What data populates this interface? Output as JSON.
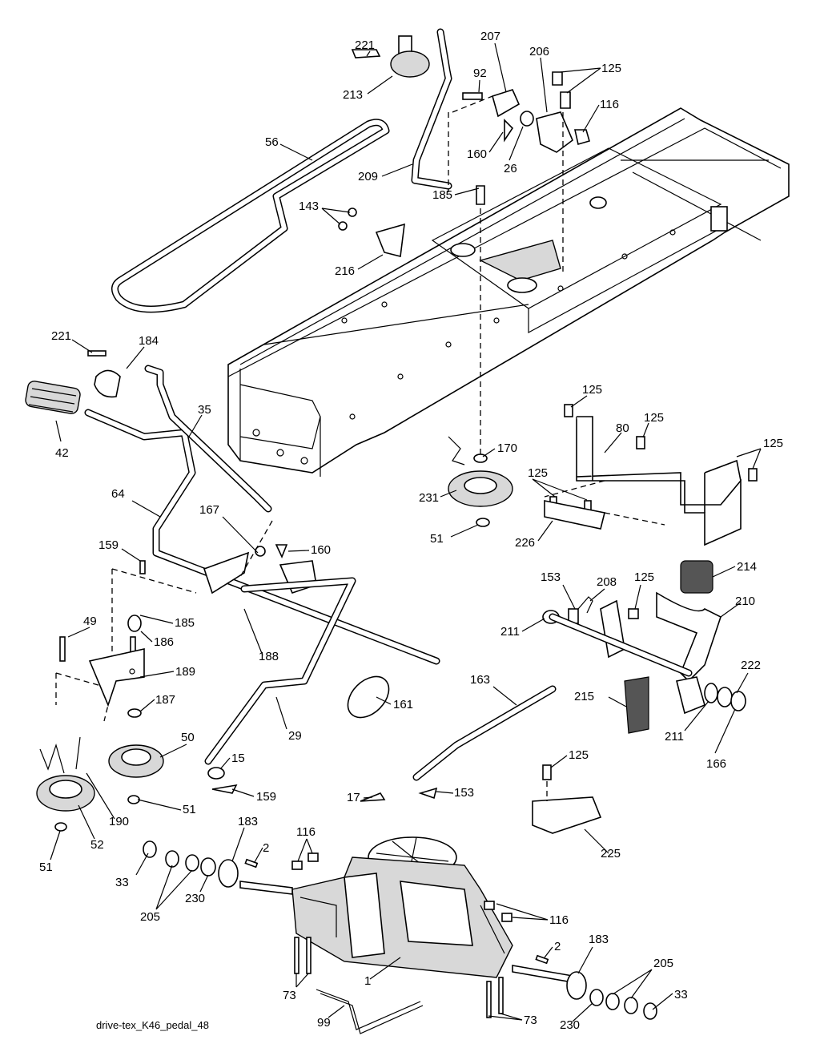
{
  "diagram": {
    "caption": "drive-tex_K46_pedal_48",
    "labels": [
      {
        "id": "l221a",
        "text": "221"
      },
      {
        "id": "l213",
        "text": "213"
      },
      {
        "id": "l207",
        "text": "207"
      },
      {
        "id": "l92",
        "text": "92"
      },
      {
        "id": "l206",
        "text": "206"
      },
      {
        "id": "l125a",
        "text": "125"
      },
      {
        "id": "l116a",
        "text": "116"
      },
      {
        "id": "l56",
        "text": "56"
      },
      {
        "id": "l160a",
        "text": "160"
      },
      {
        "id": "l26",
        "text": "26"
      },
      {
        "id": "l209",
        "text": "209"
      },
      {
        "id": "l143",
        "text": "143"
      },
      {
        "id": "l185a",
        "text": "185"
      },
      {
        "id": "l216",
        "text": "216"
      },
      {
        "id": "l221b",
        "text": "221"
      },
      {
        "id": "l184",
        "text": "184"
      },
      {
        "id": "l35",
        "text": "35"
      },
      {
        "id": "l42",
        "text": "42"
      },
      {
        "id": "l125b",
        "text": "125"
      },
      {
        "id": "l80",
        "text": "80"
      },
      {
        "id": "l125c",
        "text": "125"
      },
      {
        "id": "l125d",
        "text": "125"
      },
      {
        "id": "l170",
        "text": "170"
      },
      {
        "id": "l125e",
        "text": "125"
      },
      {
        "id": "l231",
        "text": "231"
      },
      {
        "id": "l64",
        "text": "64"
      },
      {
        "id": "l167",
        "text": "167"
      },
      {
        "id": "l160b",
        "text": "160"
      },
      {
        "id": "l51a",
        "text": "51"
      },
      {
        "id": "l226",
        "text": "226"
      },
      {
        "id": "l159a",
        "text": "159"
      },
      {
        "id": "l214",
        "text": "214"
      },
      {
        "id": "l153a",
        "text": "153"
      },
      {
        "id": "l208",
        "text": "208"
      },
      {
        "id": "l125f",
        "text": "125"
      },
      {
        "id": "l210",
        "text": "210"
      },
      {
        "id": "l49",
        "text": "49"
      },
      {
        "id": "l185b",
        "text": "185"
      },
      {
        "id": "l186",
        "text": "186"
      },
      {
        "id": "l211a",
        "text": "211"
      },
      {
        "id": "l188",
        "text": "188"
      },
      {
        "id": "l189",
        "text": "189"
      },
      {
        "id": "l222",
        "text": "222"
      },
      {
        "id": "l163",
        "text": "163"
      },
      {
        "id": "l187",
        "text": "187"
      },
      {
        "id": "l215",
        "text": "215"
      },
      {
        "id": "l161",
        "text": "161"
      },
      {
        "id": "l50",
        "text": "50"
      },
      {
        "id": "l29",
        "text": "29"
      },
      {
        "id": "l211b",
        "text": "211"
      },
      {
        "id": "l166",
        "text": "166"
      },
      {
        "id": "l125g",
        "text": "125"
      },
      {
        "id": "l15",
        "text": "15"
      },
      {
        "id": "l159b",
        "text": "159"
      },
      {
        "id": "l190",
        "text": "190"
      },
      {
        "id": "l51b",
        "text": "51"
      },
      {
        "id": "l17",
        "text": "17"
      },
      {
        "id": "l153b",
        "text": "153"
      },
      {
        "id": "l52",
        "text": "52"
      },
      {
        "id": "l183a",
        "text": "183"
      },
      {
        "id": "l2a",
        "text": "2"
      },
      {
        "id": "l116b",
        "text": "116"
      },
      {
        "id": "l225",
        "text": "225"
      },
      {
        "id": "l51c",
        "text": "51"
      },
      {
        "id": "l33a",
        "text": "33"
      },
      {
        "id": "l205a",
        "text": "205"
      },
      {
        "id": "l230a",
        "text": "230"
      },
      {
        "id": "l116c",
        "text": "116"
      },
      {
        "id": "l2b",
        "text": "2"
      },
      {
        "id": "l183b",
        "text": "183"
      },
      {
        "id": "l205b",
        "text": "205"
      },
      {
        "id": "l1",
        "text": "1"
      },
      {
        "id": "l73a",
        "text": "73"
      },
      {
        "id": "l33b",
        "text": "33"
      },
      {
        "id": "l99",
        "text": "99"
      },
      {
        "id": "l230b",
        "text": "230"
      },
      {
        "id": "l73b",
        "text": "73"
      }
    ]
  }
}
